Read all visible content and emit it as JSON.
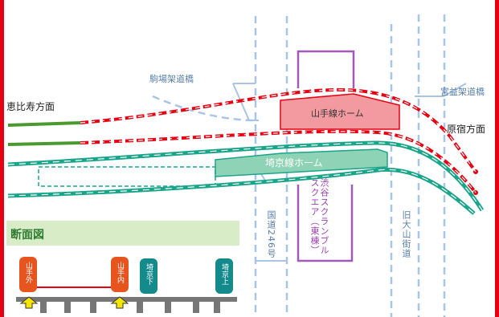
{
  "labels": {
    "ebisu": "恵比寿方面",
    "harajuku": "原宿方面",
    "komaba_bridge": "駒場架道橋",
    "miyamasu_bridge": "宮益架道橋",
    "yamanote_home": "山手線ホーム",
    "saikyo_home": "埼京線ホーム",
    "route246": "国道246号",
    "old_oyama": "旧大山街道",
    "scramble_square": "渋谷スクランブルスクエア（東棟）"
  },
  "cross_section": {
    "title": "断面図",
    "tracks": [
      {
        "label": "山手外",
        "color": "#e8541e"
      },
      {
        "label": "山手内",
        "color": "#e8541e"
      },
      {
        "label": "埼京下",
        "color": "#138a8c"
      },
      {
        "label": "埼京上",
        "color": "#138a8c"
      }
    ]
  },
  "colors": {
    "yamanote": "#e60012",
    "saikyo": "#1aa58a",
    "road": "#a9c4e4",
    "building": "#a05cb5",
    "yamanote_home": "#f29aa0",
    "saikyo_home": "#8fd3b6",
    "legend_bg": "#d8ecc8"
  }
}
